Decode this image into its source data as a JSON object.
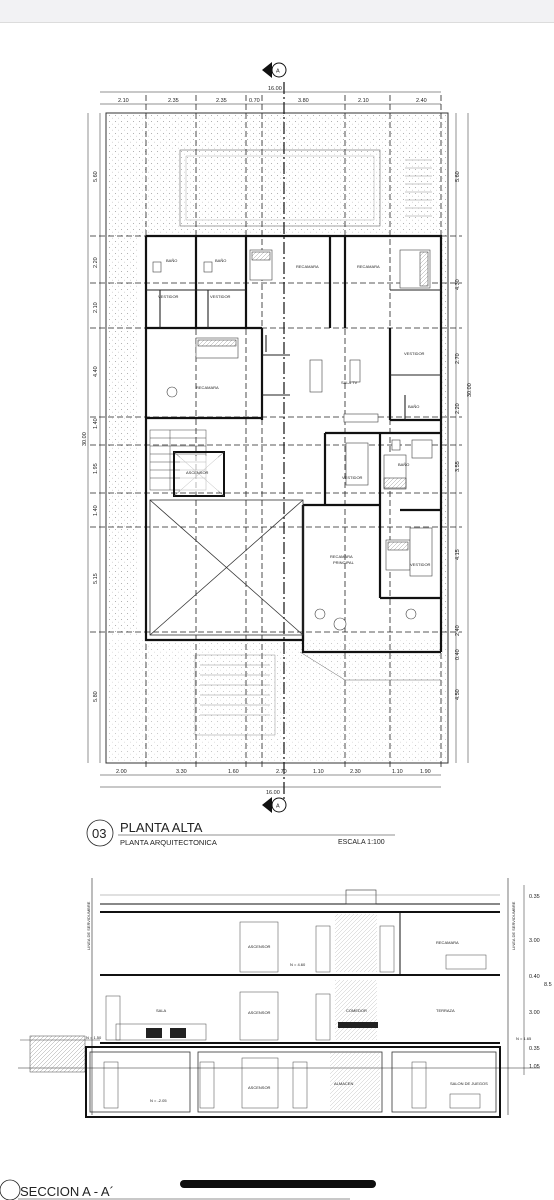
{
  "plan": {
    "number": "03",
    "title": "PLANTA ALTA",
    "subtitle": "PLANTA ARQUITECTONICA",
    "scale": "ESCALA 1:100",
    "section_marker": "A",
    "total_width": "16.00",
    "total_depth": "30.00",
    "top_dims": [
      "2.10",
      "2.35",
      "2.35",
      "0.70",
      "3.80",
      "2.10",
      "2.40"
    ],
    "bottom_dims": [
      "2.00",
      "3.30",
      "1.60",
      "2.70",
      "1.10",
      "2.30",
      "1.10",
      "1.90"
    ],
    "left_dims": [
      "5.60",
      "2.20",
      "2.10",
      "4.40",
      "1.40",
      "1.95",
      "1.40",
      "5.15",
      "5.80"
    ],
    "right_dims": [
      "5.60",
      "4.30",
      "2.70",
      "2.20",
      "3.55",
      "4.15",
      "2.40",
      "0.40",
      "4.50"
    ],
    "rooms": {
      "bano1": "BAÑO",
      "bano2": "BAÑO",
      "bano3": "BAÑO",
      "bano4": "BAÑO",
      "vest1": "VESTIDOR",
      "vest2": "VESTIDOR",
      "vest3": "VESTIDOR",
      "vest4": "VESTIDOR",
      "vest5": "VESTIDOR",
      "rec1": "RECAMARA",
      "rec2": "RECAMARA",
      "rec3": "RECAMARA",
      "rec_main1": "RECAMARA",
      "rec_main2": "PRINCIPAL",
      "sala_tv": "SALA TV",
      "ascensor": "ASCENSOR"
    },
    "level_note": "N = 4.60"
  },
  "section": {
    "title": "SECCION A - A´",
    "labels": {
      "ascensor1": "ASCENSOR",
      "ascensor2": "ASCENSOR",
      "ascensor3": "ASCENSOR",
      "recamara": "RECAMARA",
      "sala": "SALA",
      "comedor": "COMEDOR",
      "terraza": "TERRAZA",
      "almacen": "ALMACEN",
      "salon": "SALON DE JUEGOS"
    },
    "left_note": "LINEA DE SERVIDUMBRE",
    "right_note": "LINEA DE SERVIDUMBRE",
    "levels": {
      "n460": "N = 4.60",
      "n150": "N = 1.50",
      "n165": "N = 1.65",
      "n205": "N = -2.05"
    },
    "right_dims": [
      "0.35",
      "3.00",
      "0.40",
      "3.00",
      "0.35",
      "1.05"
    ],
    "far_right": "8.5"
  }
}
